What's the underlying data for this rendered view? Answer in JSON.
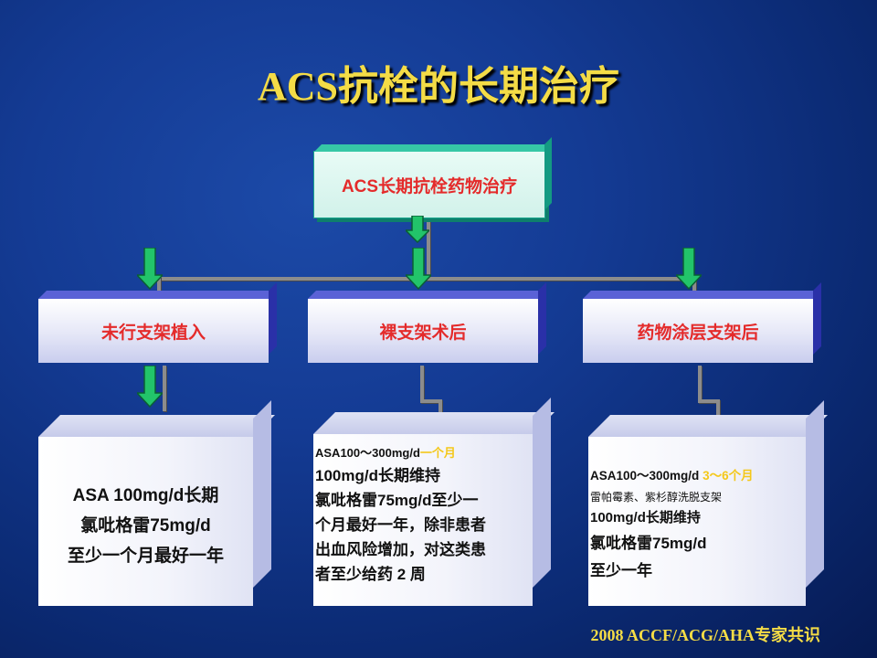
{
  "title": "ACS抗栓的长期治疗",
  "top_box": {
    "label": "ACS长期抗栓药物治疗"
  },
  "categories": [
    {
      "label": "未行支架植入"
    },
    {
      "label": "裸支架术后"
    },
    {
      "label": "药物涂层支架后"
    }
  ],
  "details": [
    {
      "lines": [
        "ASA 100mg/d长期",
        "氯吡格雷75mg/d",
        "至少一个月最好一年"
      ]
    },
    {
      "line1_main": "ASA100～300mg/d",
      "line1_highlight": "一个月",
      "lines": [
        "100mg/d长期维持",
        "氯吡格雷75mg/d至少一",
        "个月最好一年，除非患者",
        "出血风险增加，对这类患",
        "者至少给药 2 周"
      ]
    },
    {
      "line1_main": "ASA100～300mg/d ",
      "line1_highlight": "3～6个月",
      "line2": "雷帕霉素、紫杉醇洗脱支架",
      "lines": [
        "100mg/d长期维持",
        "氯吡格雷75mg/d",
        "至少一年"
      ]
    }
  ],
  "footer": "2008 ACCF/ACG/AHA专家共识",
  "colors": {
    "title": "#f4dc46",
    "label_red": "#e42b2b",
    "highlight": "#f4c81a",
    "arrow": "#22c46a"
  }
}
